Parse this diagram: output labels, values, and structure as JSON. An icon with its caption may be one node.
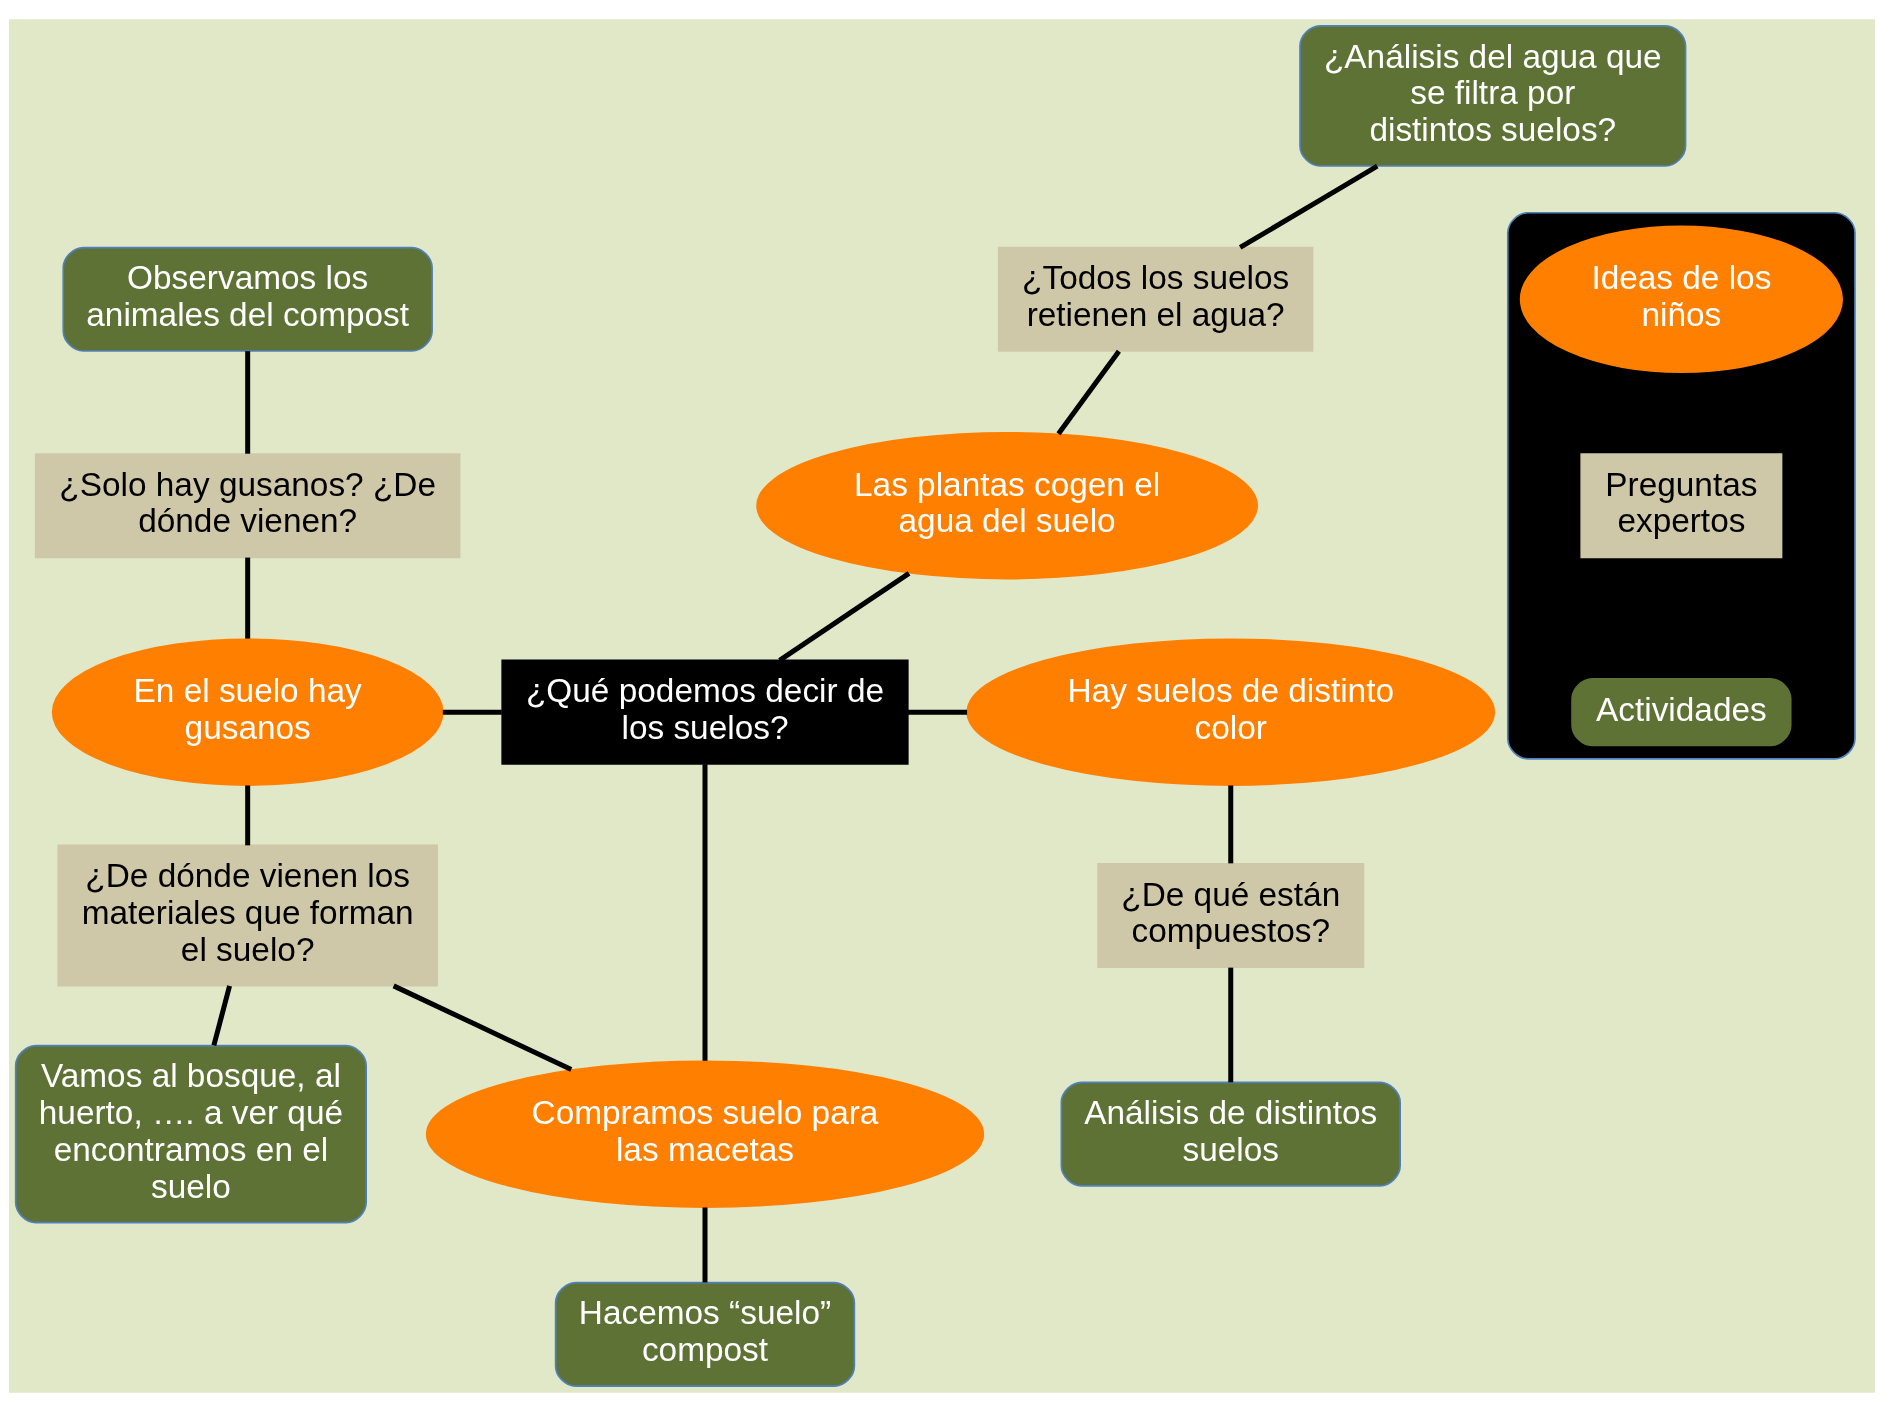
{
  "diagram": {
    "nodes": [
      {
        "text": [
          "Observamos los animales del compost"
        ]
      },
      {
        "text": [
          "¿Solo hay gusanos? ¿De dónde vienen?"
        ]
      },
      {
        "text": [
          "En el suelo hay gusanos"
        ]
      },
      {
        "text": [
          "¿De dónde vienen los materiales que forman el suelo?"
        ]
      },
      {
        "text": [
          "Vamos al bosque, al huerto, …. a ver qué encontramos en el suelo"
        ]
      },
      {
        "text": [
          "¿Análisis del agua que se filtra por distintos suelos?"
        ]
      },
      {
        "text": [
          "¿Todos los suelos retienen el agua?"
        ]
      },
      {
        "text": [
          "Las plantas cogen el agua del suelo"
        ]
      },
      {
        "text": [
          "¿Qué podemos decir de los suelos?"
        ]
      },
      {
        "text": [
          "Compramos suelo para las macetas"
        ]
      },
      {
        "text": [
          "Hacemos “suelo” compost"
        ]
      },
      {
        "text": [
          "Hay suelos de distinto color"
        ]
      },
      {
        "text": [
          "¿De qué están compuestos?"
        ]
      },
      {
        "text": [
          "Análisis de distintos suelos"
        ]
      },
      {
        "text": [],
        "shape": "box"
      }
    ],
    "edges": [
      {
        "from": 0,
        "to": 1,
        "arrow": "none"
      },
      {
        "from": 1,
        "to": 2,
        "arrow": "none"
      },
      {
        "from": 2,
        "to": 8,
        "arrow": "none"
      },
      {
        "from": 2,
        "to": 3,
        "arrow": "none"
      },
      {
        "from": 3,
        "to": 4,
        "arrow": "none"
      },
      {
        "from": 3,
        "to": 9,
        "arrow": "none"
      },
      {
        "from": 5,
        "to": 6,
        "arrow": "none"
      },
      {
        "from": 6,
        "to": 7,
        "arrow": "none"
      },
      {
        "from": 7,
        "to": 8,
        "arrow": "none"
      },
      {
        "from": 8,
        "to": 9,
        "arrow": "none"
      },
      {
        "from": 9,
        "to": 10,
        "arrow": "none"
      },
      {
        "from": 8,
        "to": 11,
        "arrow": "none"
      },
      {
        "from": 11,
        "to": 12,
        "arrow": "none"
      },
      {
        "from": 12,
        "to": 13,
        "arrow": "none"
      }
    ],
    "legend": [
      {
        "text": "Ideas de los niños",
        "color": "#ff7f00"
      },
      {
        "text": "Preguntas expertos",
        "color": "#cfc8a8"
      },
      {
        "text": "Actividades",
        "color": "#5e7235"
      }
    ]
  }
}
